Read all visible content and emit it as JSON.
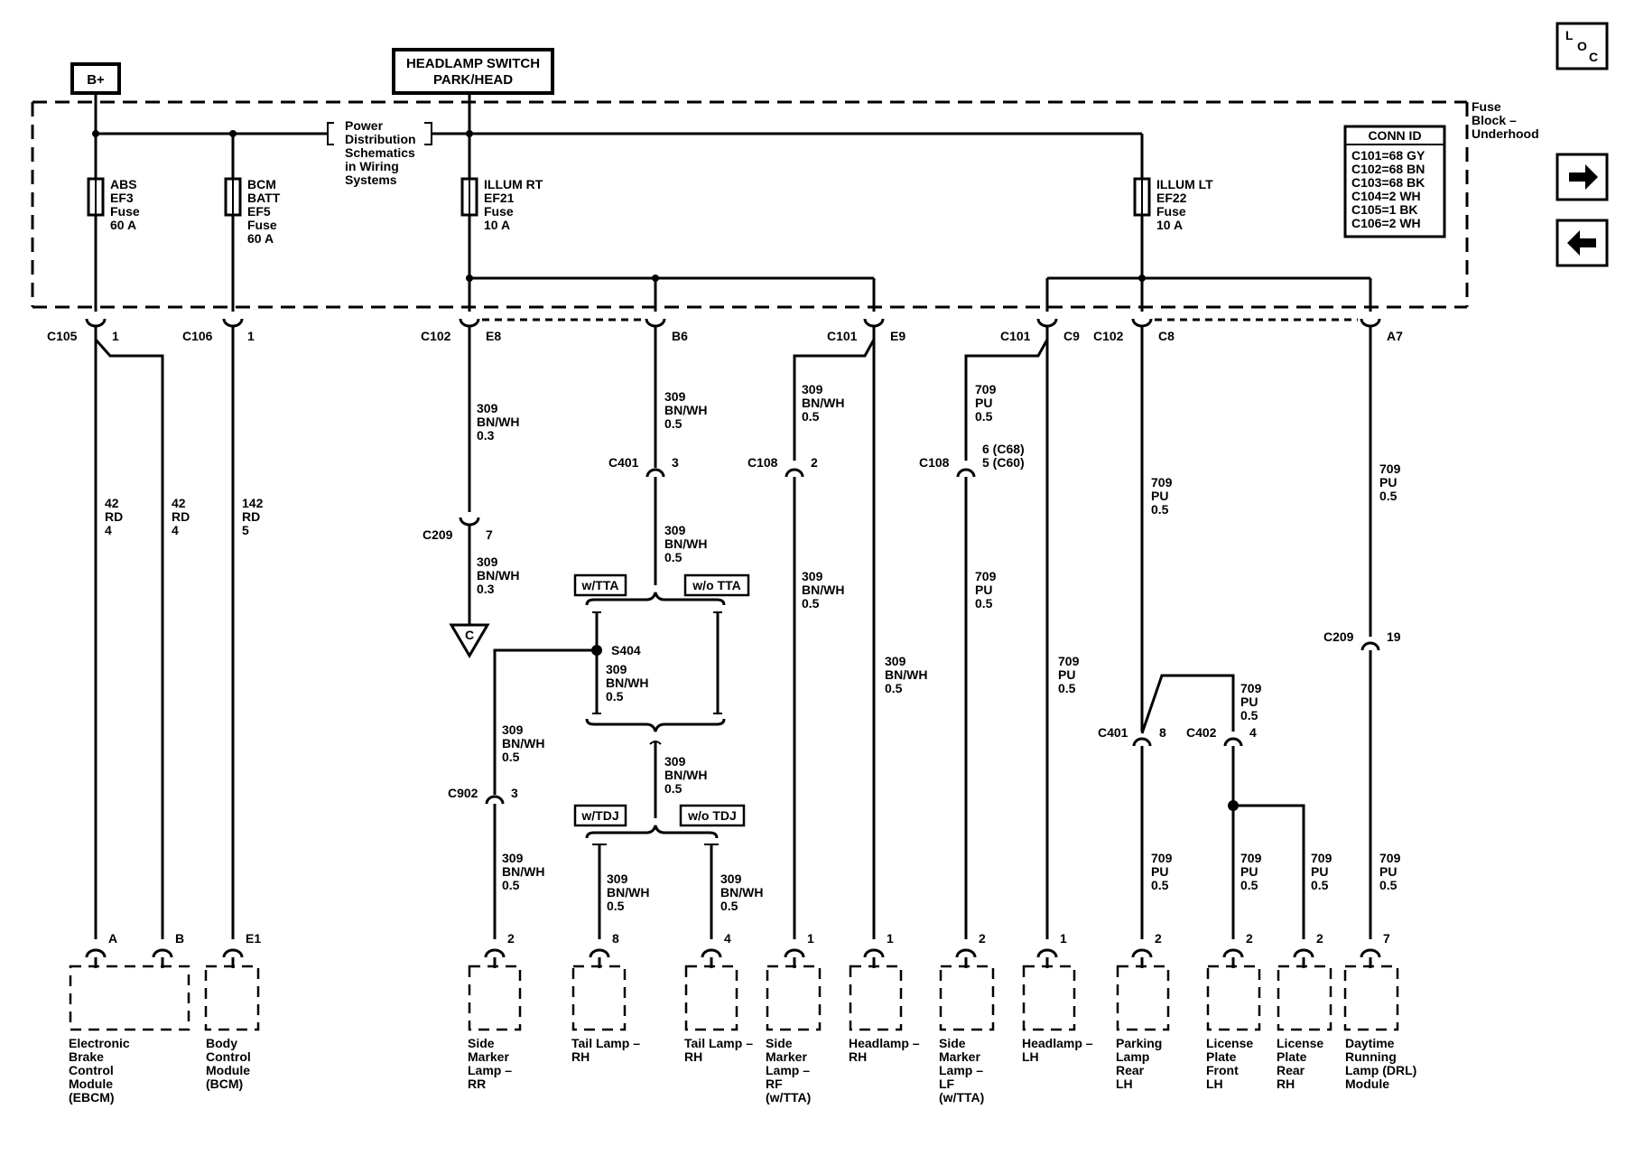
{
  "loc_label": [
    "L",
    "O",
    "C"
  ],
  "battery": "B+",
  "headlamp_switch": [
    "HEADLAMP SWITCH",
    "PARK/HEAD"
  ],
  "fuse_block": [
    "Fuse",
    "Block –",
    "Underhood"
  ],
  "power_dist_note": [
    "Power",
    "Distribution",
    "Schematics",
    "in Wiring",
    "Systems"
  ],
  "conn_id": {
    "title": "CONN ID",
    "rows": [
      "C101=68 GY",
      "C102=68 BN",
      "C103=68 BK",
      "C104=2 WH",
      "C105=1 BK",
      "C106=2 WH"
    ]
  },
  "fuses": {
    "abs": [
      "ABS",
      "EF3",
      "Fuse",
      "60 A"
    ],
    "bcm": [
      "BCM",
      "BATT",
      "EF5",
      "Fuse",
      "60 A"
    ],
    "illum_rt": [
      "ILLUM RT",
      "EF21",
      "Fuse",
      "10 A"
    ],
    "illum_lt": [
      "ILLUM LT",
      "EF22",
      "Fuse",
      "10 A"
    ]
  },
  "connectors": {
    "c105": {
      "name": "C105",
      "pin": "1"
    },
    "c106": {
      "name": "C106",
      "pin": "1"
    },
    "c102_e8": {
      "name": "C102",
      "pin": "E8"
    },
    "b6": {
      "pin": "B6"
    },
    "c101_e9": {
      "name": "C101",
      "pin": "E9"
    },
    "c101_c9": {
      "name": "C101",
      "pin": "C9"
    },
    "c102_c8": {
      "name": "C102",
      "pin": "C8"
    },
    "a7": {
      "pin": "A7"
    },
    "c401_3": {
      "name": "C401",
      "pin": "3"
    },
    "c108_2": {
      "name": "C108",
      "pin": "2"
    },
    "c108_6": {
      "name": "C108",
      "pin": [
        "6 (C68)",
        "5 (C60)"
      ]
    },
    "c209_7": {
      "name": "C209",
      "pin": "7"
    },
    "c902_3": {
      "name": "C902",
      "pin": "3"
    },
    "c209_19": {
      "name": "C209",
      "pin": "19"
    },
    "c401_8": {
      "name": "C401",
      "pin": "8"
    },
    "c402_4": {
      "name": "C402",
      "pin": "4"
    }
  },
  "wires": {
    "w42a": [
      "42",
      "RD",
      "4"
    ],
    "w42b": [
      "42",
      "RD",
      "4"
    ],
    "w142": [
      "142",
      "RD",
      "5"
    ],
    "w309_e8": [
      "309",
      "BN/WH",
      "0.3"
    ],
    "w309_c209": [
      "309",
      "BN/WH",
      "0.3"
    ],
    "w309_b6": [
      "309",
      "BN/WH",
      "0.5"
    ],
    "w309_c401": [
      "309",
      "BN/WH",
      "0.5"
    ],
    "w309_s404": [
      "309",
      "BN/WH",
      "0.5"
    ],
    "w309_c902a": [
      "309",
      "BN/WH",
      "0.5"
    ],
    "w309_c902b": [
      "309",
      "BN/WH",
      "0.5"
    ],
    "w309_mid": [
      "309",
      "BN/WH",
      "0.5"
    ],
    "w309_tl8": [
      "309",
      "BN/WH",
      "0.5"
    ],
    "w309_tl4": [
      "309",
      "BN/WH",
      "0.5"
    ],
    "w309_rfa": [
      "309",
      "BN/WH",
      "0.5"
    ],
    "w309_rfb": [
      "309",
      "BN/WH",
      "0.5"
    ],
    "w309_hrh": [
      "309",
      "BN/WH",
      "0.5"
    ],
    "w709_lfa": [
      "709",
      "PU",
      "0.5"
    ],
    "w709_lfb": [
      "709",
      "PU",
      "0.5"
    ],
    "w709_hlh": [
      "709",
      "PU",
      "0.5"
    ],
    "w709_c8": [
      "709",
      "PU",
      "0.5"
    ],
    "w709_c402": [
      "709",
      "PU",
      "0.5"
    ],
    "w709_a7": [
      "709",
      "PU",
      "0.5"
    ],
    "w709_plr": [
      "709",
      "PU",
      "0.5"
    ],
    "w709_lpf": [
      "709",
      "PU",
      "0.5"
    ],
    "w709_lpr": [
      "709",
      "PU",
      "0.5"
    ],
    "w709_drl": [
      "709",
      "PU",
      "0.5"
    ]
  },
  "options": {
    "w_tta": "w/TTA",
    "wo_tta": "w/o TTA",
    "w_tdj": "w/TDJ",
    "wo_tdj": "w/o TDJ"
  },
  "splice": "S404",
  "offpage": "C",
  "components": [
    {
      "pins": [
        "A",
        "B"
      ],
      "label": [
        "Electronic",
        "Brake",
        "Control",
        "Module",
        "(EBCM)"
      ]
    },
    {
      "pins": [
        "E1"
      ],
      "label": [
        "Body",
        "Control",
        "Module",
        "(BCM)"
      ]
    },
    {
      "pins": [
        "2"
      ],
      "label": [
        "Side",
        "Marker",
        "Lamp –",
        "RR"
      ]
    },
    {
      "pins": [
        "8"
      ],
      "label": [
        "Tail Lamp –",
        "RH"
      ]
    },
    {
      "pins": [
        "4"
      ],
      "label": [
        "Tail Lamp –",
        "RH"
      ]
    },
    {
      "pins": [
        "1"
      ],
      "label": [
        "Side",
        "Marker",
        "Lamp –",
        "RF",
        "(w/TTA)"
      ]
    },
    {
      "pins": [
        "1"
      ],
      "label": [
        "Headlamp –",
        "RH"
      ]
    },
    {
      "pins": [
        "2"
      ],
      "label": [
        "Side",
        "Marker",
        "Lamp –",
        "LF",
        "(w/TTA)"
      ]
    },
    {
      "pins": [
        "1"
      ],
      "label": [
        "Headlamp –",
        "LH"
      ]
    },
    {
      "pins": [
        "2"
      ],
      "label": [
        "Parking",
        "Lamp",
        "Rear",
        "LH"
      ]
    },
    {
      "pins": [
        "2"
      ],
      "label": [
        "License",
        "Plate",
        "Front",
        "LH"
      ]
    },
    {
      "pins": [
        "2"
      ],
      "label": [
        "License",
        "Plate",
        "Rear",
        "RH"
      ]
    },
    {
      "pins": [
        "7"
      ],
      "label": [
        "Daytime",
        "Running",
        "Lamp (DRL)",
        "Module"
      ]
    }
  ]
}
